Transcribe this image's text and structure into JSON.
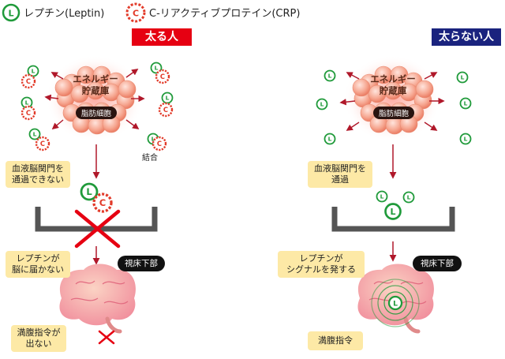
{
  "legend": {
    "leptin_symbol": "L",
    "leptin_label": "レプチン(Leptin)",
    "crp_symbol": "C",
    "crp_label": "C-リアクティブプロテイン(CRP)"
  },
  "left": {
    "header": "太る人",
    "fat_title_line1": "エネルギー",
    "fat_title_line2": "貯蔵庫",
    "fat_cell": "脂肪細胞",
    "bind_label": "結合",
    "bbb_note": "血液脳関門を\n通過できない",
    "leptin_note": "レプチンが\n脳に届かない",
    "hypothalamus": "視床下部",
    "satiety_note": "満腹指令が\n出ない"
  },
  "right": {
    "header": "太らない人",
    "fat_title_line1": "エネルギー",
    "fat_title_line2": "貯蔵庫",
    "fat_cell": "脂肪細胞",
    "bbb_note": "血液脳関門を\n通過",
    "leptin_note": "レプチンが\nシグナルを発する",
    "hypothalamus": "視床下部",
    "satiety_note": "満腹指令"
  },
  "colors": {
    "leptin_green": "#1f9a3a",
    "crp_red": "#e23b2a",
    "left_header": "#e60012",
    "right_header": "#1a237e",
    "arrow": "#b0182a",
    "cross": "#e60012",
    "panel_yellow": "#fde9a6"
  },
  "icons": [
    "leptin-icon",
    "crp-icon",
    "fat-cell-cluster",
    "brain-icon",
    "cross-mark-icon"
  ]
}
